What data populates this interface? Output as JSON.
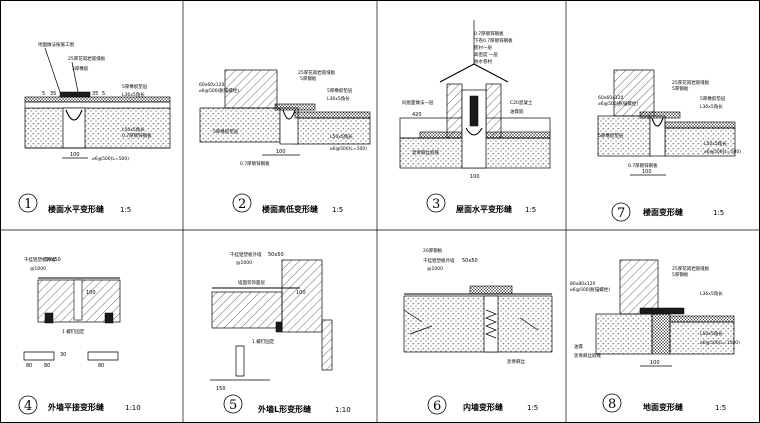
{
  "panels": [
    {
      "num": "1",
      "title": "楼面水平变形缝",
      "scale": "1:5",
      "labels": [
        "地面做法按施工图",
        "25厚花岗岩嵌缝板",
        "5厚橡胶",
        "5厚橡胶垫层",
        "L36x5角长",
        "L50x5角长",
        "0.7厚镀锌钢板"
      ],
      "dims": [
        "5",
        "35",
        "35",
        "5",
        "100",
        "⌀6@500(L=500)"
      ]
    },
    {
      "num": "2",
      "title": "楼面高低变形缝",
      "scale": "1:5",
      "labels": [
        "60x60x120",
        "⌀6@500(胀锚螺栓)",
        "25厚花岗岩嵌缝板",
        "5厚钢板",
        "5厚橡胶垫层",
        "L36x5角长",
        "5厚橡胶垫层",
        "L50x5角长",
        "0.7厚镀锌钢板"
      ],
      "dims": [
        "100",
        "⌀6@500(L=500)"
      ]
    },
    {
      "num": "3",
      "title": "屋面水平变形缝",
      "scale": "1:5",
      "labels": [
        "0.7厚镀锌钢板",
        "下卷0.7厚镀锌钢板",
        "底衬一层",
        "高密度 一层",
        "防水卷材",
        "同屋面做法一层",
        "C20混凝土",
        "油膏嵌",
        "沥青麻丝嵌缝"
      ],
      "dims": [
        "420",
        "100"
      ]
    },
    {
      "num": "7",
      "title": "楼面变形缝",
      "scale": "1:5",
      "labels": [
        "25厚花岗岩嵌缝板",
        "5厚钢板",
        "60x60x120",
        "⌀6@500(胀锚螺栓)",
        "5厚橡胶垫层",
        "L36x5角长",
        "5厚橡胶垫层",
        "L50x5角长",
        "0.7厚镀锌钢板"
      ],
      "dims": [
        "100",
        "⌀6@500(L=500)"
      ]
    },
    {
      "num": "4",
      "title": "外墙平接变形缝",
      "scale": "1:10",
      "labels": [
        "干挂铝塑板外墙",
        "@1000",
        "1 螺钉固定"
      ],
      "dims": [
        "50x50",
        "100",
        "80",
        "80",
        "80",
        "30"
      ]
    },
    {
      "num": "5",
      "title": "外墙L形变形缝",
      "scale": "1:10",
      "labels": [
        "干挂铝塑板外墙",
        "@1000",
        "墙面装饰面层",
        "1 螺钉固定"
      ],
      "dims": [
        "50x50",
        "100",
        "150"
      ]
    },
    {
      "num": "6",
      "title": "内墙变形缝",
      "scale": "1:5",
      "labels": [
        "20厚钢板",
        "干挂铝塑板外墙",
        "@1000",
        "沥青麻丝"
      ],
      "dims": [
        "50x50"
      ]
    },
    {
      "num": "8",
      "title": "地面变形缝",
      "scale": "1:5",
      "labels": [
        "80x80x120",
        "⌀6@500(胀锚螺栓)",
        "25厚花岗岩嵌缝板",
        "5厚钢板",
        "L36x5角长",
        "L50x5角长",
        "油膏",
        "沥青麻丝嵌缝"
      ],
      "dims": [
        "100",
        "⌀6@500(L=1500)"
      ]
    }
  ]
}
